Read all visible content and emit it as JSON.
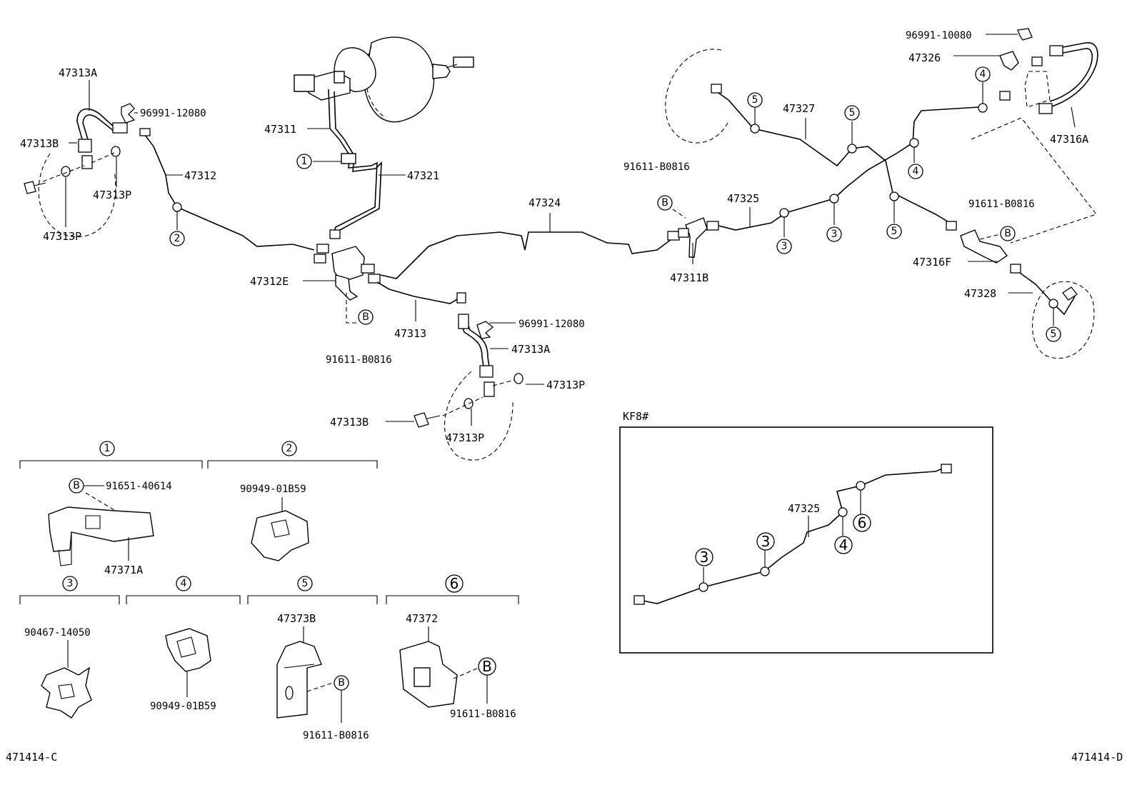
{
  "labels": {
    "p47313A_l": "47313A",
    "p96991_12080_l": "96991-12080",
    "p47313B_l": "47313B",
    "p47312": "47312",
    "p47313P_l1": "47313P",
    "p47313P_l2": "47313P",
    "p47311": "47311",
    "p47321": "47321",
    "p47312E": "47312E",
    "p91611_mid": "91611-B0816",
    "p47313": "47313",
    "p96991_12080_m": "96991-12080",
    "p47313A_m": "47313A",
    "p47313P_m1": "47313P",
    "p47313B_m": "47313B",
    "p47313P_m2": "47313P",
    "p47324": "47324",
    "p91611_c": "91611-B0816",
    "p47325": "47325",
    "p47311B": "47311B",
    "p47327": "47327",
    "p96991_10080": "96991-10080",
    "p47326": "47326",
    "p47316A": "47316A",
    "p91611_r": "91611-B0816",
    "p47316F": "47316F",
    "p47328": "47328",
    "kf8": "KF8#",
    "p47325_kf": "47325",
    "d1_91651": "91651-40614",
    "d1_47371A": "47371A",
    "d2_90949": "90949-01B59",
    "d3_90467": "90467-14050",
    "d4_90949": "90949-01B59",
    "d5_47373B": "47373B",
    "d5_91611": "91611-B0816",
    "d6_47372": "47372",
    "d6_91611": "91611-B0816",
    "code_left": "471414-C",
    "code_right": "471414-D"
  },
  "markers": {
    "n1": "1",
    "n2": "2",
    "n3": "3",
    "n4": "4",
    "n5": "5",
    "n6": "6",
    "b": "B"
  }
}
